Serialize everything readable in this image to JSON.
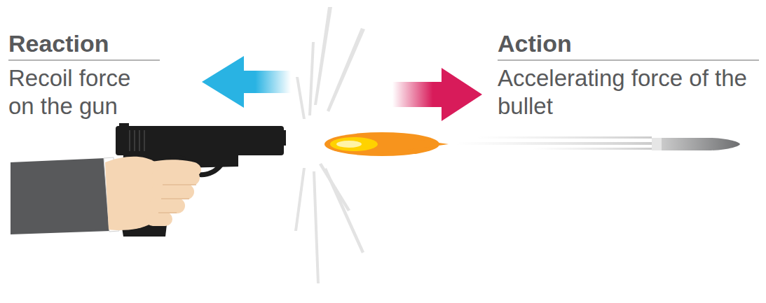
{
  "diagram": {
    "labels": [
      "Reaction",
      "Recoil force on the gun",
      "Action",
      "Accelerating force of the bullet"
    ]
  }
}
